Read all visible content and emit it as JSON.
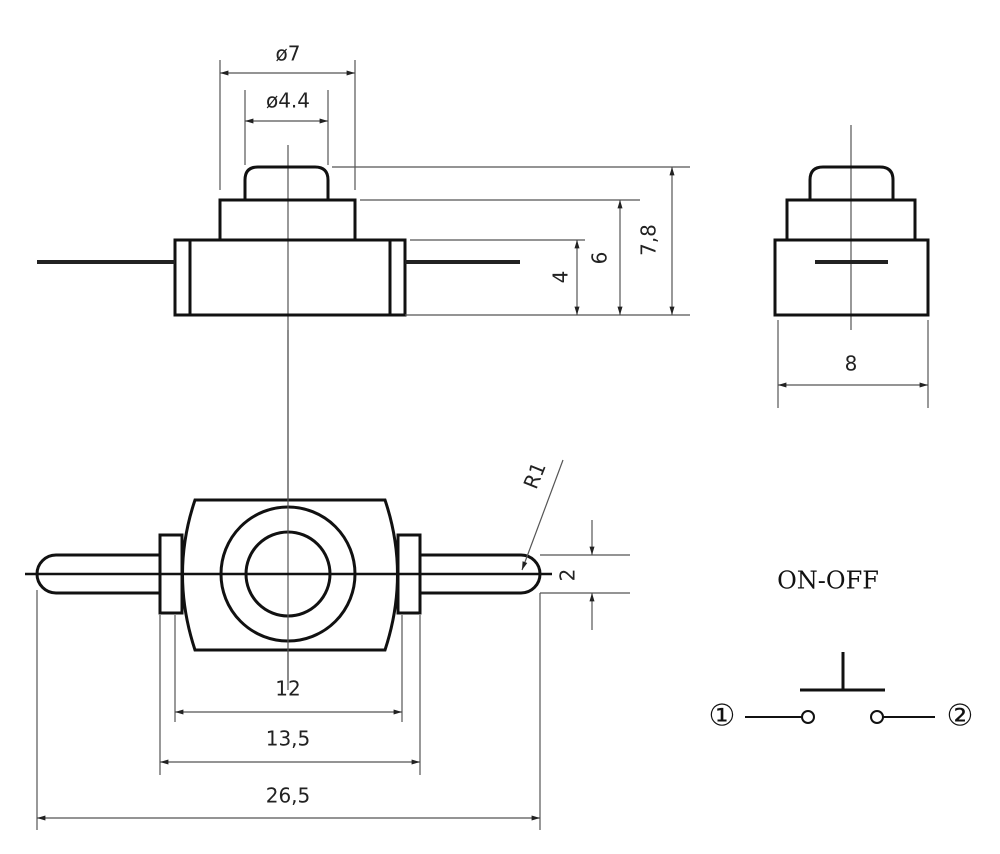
{
  "front_view": {
    "dim_outer_diameter": "ø7",
    "dim_button_diameter": "ø4.4",
    "dim_body_height": "4",
    "dim_collar_height": "6",
    "dim_total_height": "7,8"
  },
  "side_view": {
    "dim_width": "8"
  },
  "top_view": {
    "dim_radius": "R1",
    "dim_lead_width": "2",
    "dim_12": "12",
    "dim_13_5": "13,5",
    "dim_26_5": "26,5"
  },
  "schematic": {
    "title": "ON-OFF",
    "pin1": "①",
    "pin2": "②"
  }
}
